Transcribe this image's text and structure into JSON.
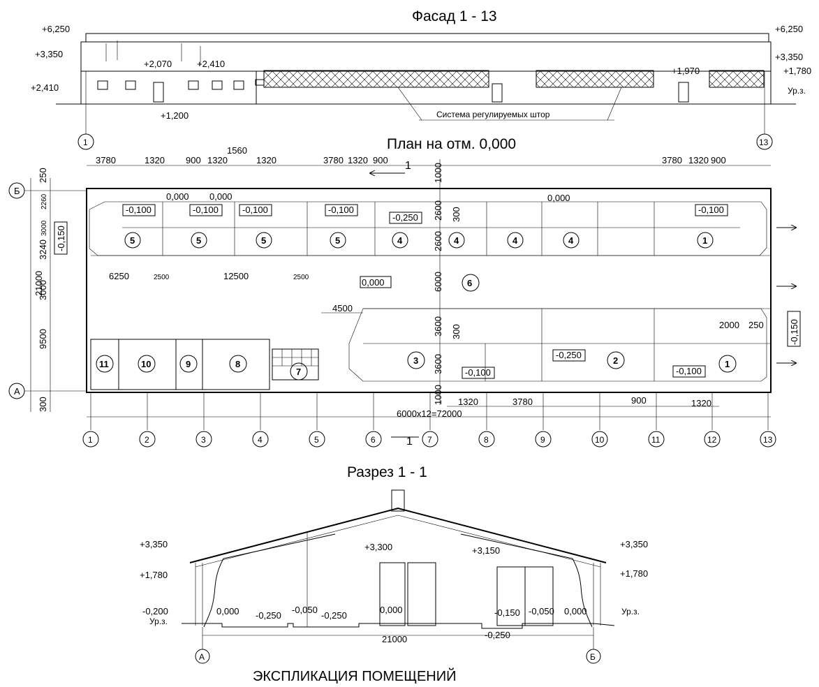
{
  "titles": {
    "facade": "Фасад  1 - 13",
    "plan": "План на отм. 0,000",
    "section": "Разрез 1 - 1",
    "explication": "ЭКСПЛИКАЦИЯ  ПОМЕЩЕНИЙ"
  },
  "facade": {
    "levels_left": [
      "+6,250",
      "+3,350",
      "+2,410"
    ],
    "levels_right": [
      "+6,250",
      "+3,350",
      "+1,780",
      "Ур.з."
    ],
    "inner_levels": [
      "+2,070",
      "+2,410",
      "+1,200",
      "+1,970"
    ],
    "curtain_label": "Система регулируемых штор",
    "axes": [
      "1",
      "13"
    ]
  },
  "plan": {
    "top_dims": [
      "3780",
      "1320",
      "900",
      "1320",
      "1560",
      "1320",
      "3780",
      "1320",
      "900",
      "3780",
      "1320",
      "900"
    ],
    "cut_label": "1",
    "left_dims": [
      "250",
      "2260",
      "3000",
      "3240",
      "3000",
      "9500",
      "300"
    ],
    "total_height": "21000",
    "row_letters": [
      "Б",
      "А"
    ],
    "left_levels": [
      "-0,150"
    ],
    "right_levels": [
      "-0,150"
    ],
    "mid_dims": [
      "1000",
      "2600",
      "300",
      "2600",
      "6000",
      "3600",
      "300",
      "3600",
      "1000"
    ],
    "upper_levels": [
      "0,000",
      "0,000",
      "0,000",
      "-0,100",
      "-0,100",
      "-0,100",
      "-0,100",
      "-0,250",
      "-0,100"
    ],
    "center_level": "0,000",
    "lower_levels": [
      "-0,100",
      "-0,250",
      "-0,100"
    ],
    "gate_dims": [
      "6250",
      "2500",
      "12500",
      "2500"
    ],
    "dim_4500": "4500",
    "right_dims": [
      "2000",
      "250"
    ],
    "bottom_dims": [
      "1320",
      "3780",
      "900",
      "1320"
    ],
    "total_length": "6000x12=72000",
    "room_numbers_upper": [
      "5",
      "5",
      "5",
      "5",
      "4",
      "4",
      "4",
      "4",
      "1"
    ],
    "room_numbers_lower": [
      "11",
      "10",
      "9",
      "8",
      "7",
      "3",
      "2",
      "1"
    ],
    "room_6": "6",
    "axes": [
      "1",
      "2",
      "3",
      "4",
      "5",
      "6",
      "7",
      "8",
      "9",
      "10",
      "11",
      "12",
      "13"
    ]
  },
  "section": {
    "left_levels": [
      "+3,350",
      "+1,780",
      "-0,200",
      "Ур.з."
    ],
    "right_levels": [
      "+3,350",
      "+1,780",
      "Ур.з."
    ],
    "inner_levels": [
      "+3,300",
      "+3,150",
      "0,000",
      "-0,250",
      "-0,050",
      "-0,250",
      "0,000",
      "-0,150",
      "-0,050",
      "0,000",
      "-0,250"
    ],
    "span": "21000",
    "axes": [
      "А",
      "Б"
    ]
  }
}
